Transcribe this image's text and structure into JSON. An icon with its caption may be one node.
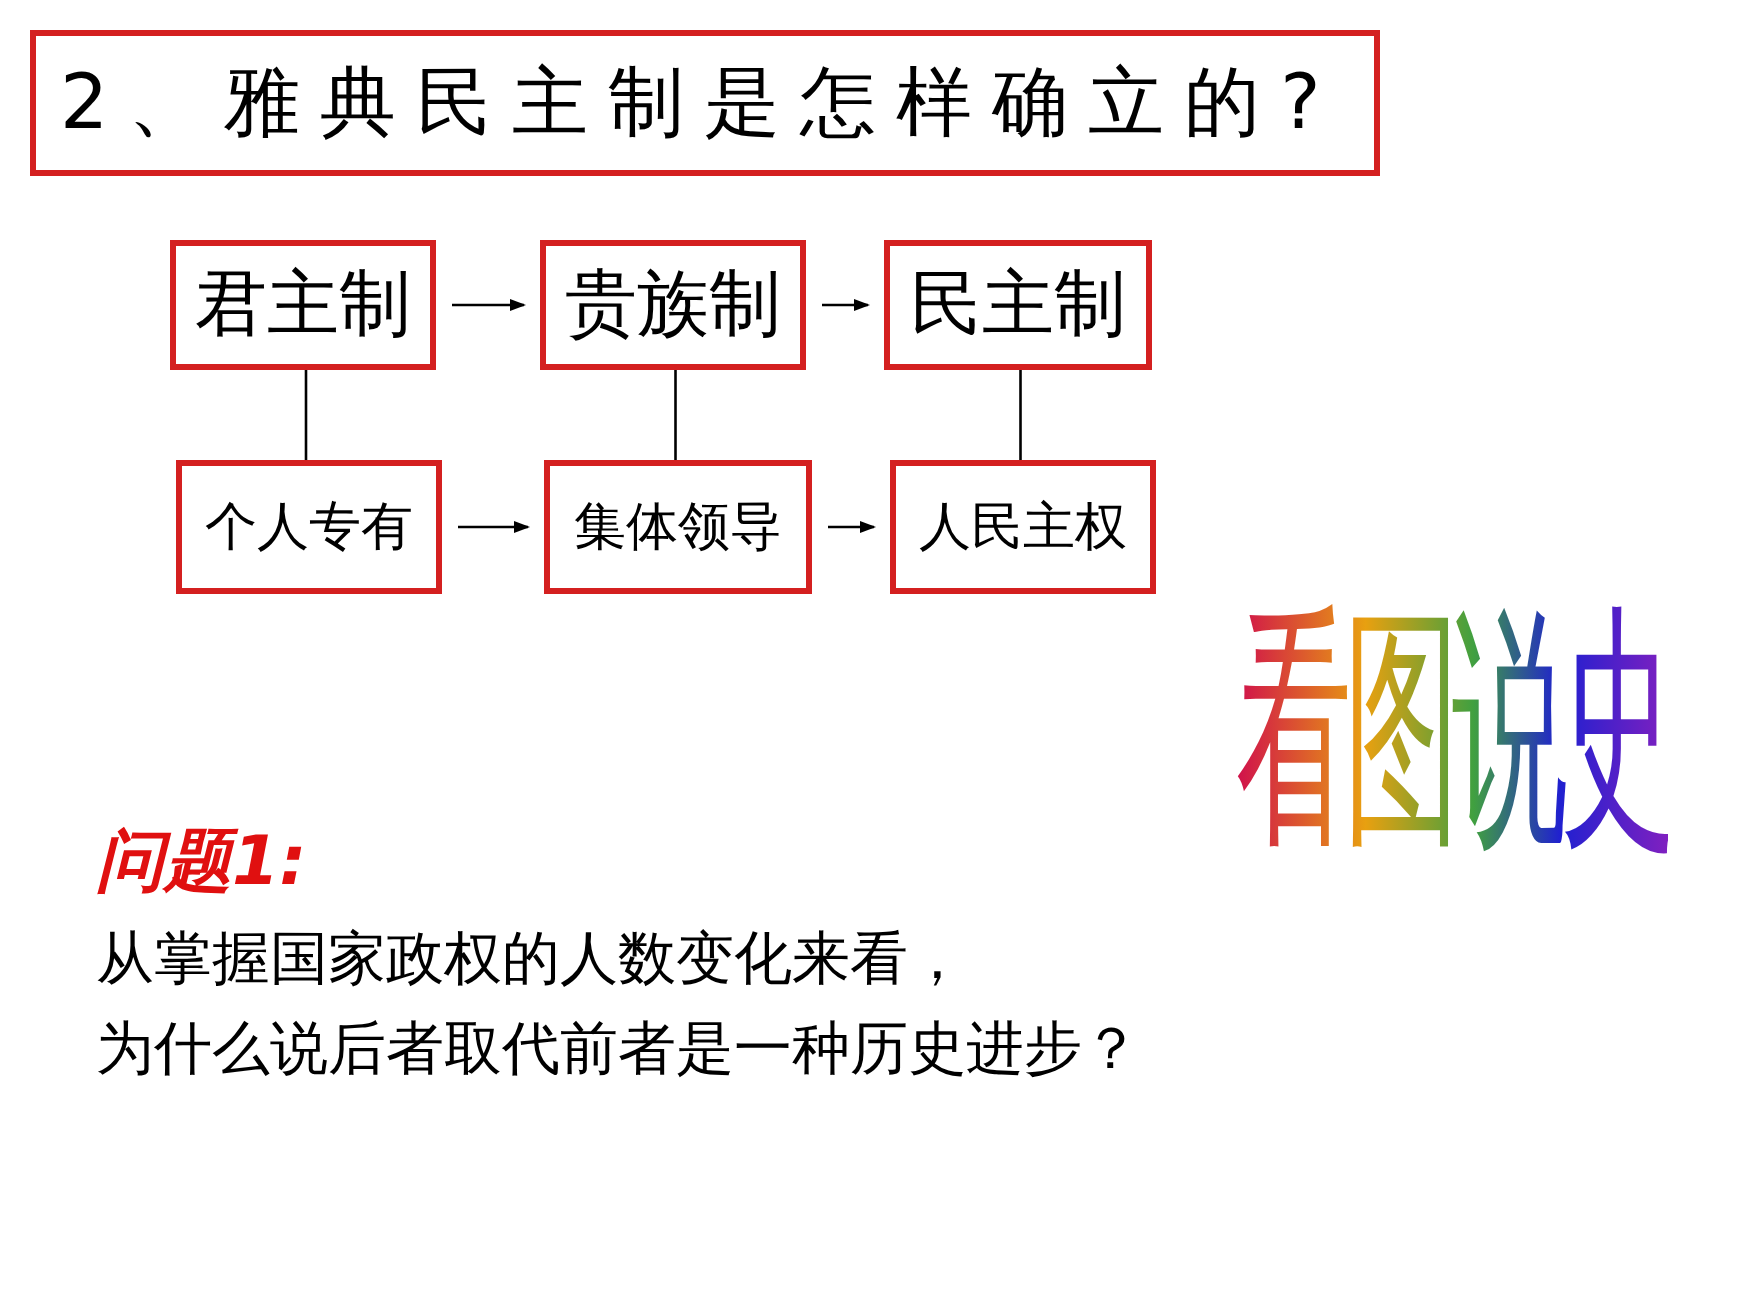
{
  "diagram": {
    "title": "2、雅典民主制是怎样确立的?",
    "nodes": [
      {
        "text": [
          "君主制"
        ]
      },
      {
        "text": [
          "贵族制"
        ]
      },
      {
        "text": [
          "民主制"
        ]
      },
      {
        "text": [
          "个人专有"
        ]
      },
      {
        "text": [
          "集体领导"
        ]
      },
      {
        "text": [
          "人民主权"
        ]
      }
    ],
    "edges": [
      {
        "from": 0,
        "to": 1,
        "arrow": "to"
      },
      {
        "from": 1,
        "to": 2,
        "arrow": "to"
      },
      {
        "from": 3,
        "to": 4,
        "arrow": "to"
      },
      {
        "from": 4,
        "to": 5,
        "arrow": "to"
      },
      {
        "from": 0,
        "to": 3,
        "arrow": "none"
      },
      {
        "from": 1,
        "to": 4,
        "arrow": "none"
      },
      {
        "from": 2,
        "to": 5,
        "arrow": "none"
      }
    ],
    "labels": [
      "看图说史",
      "问题1:",
      "从掌握国家政权的人数变化来看，",
      "为什么说后者取代前者是一种历史进步？"
    ]
  }
}
